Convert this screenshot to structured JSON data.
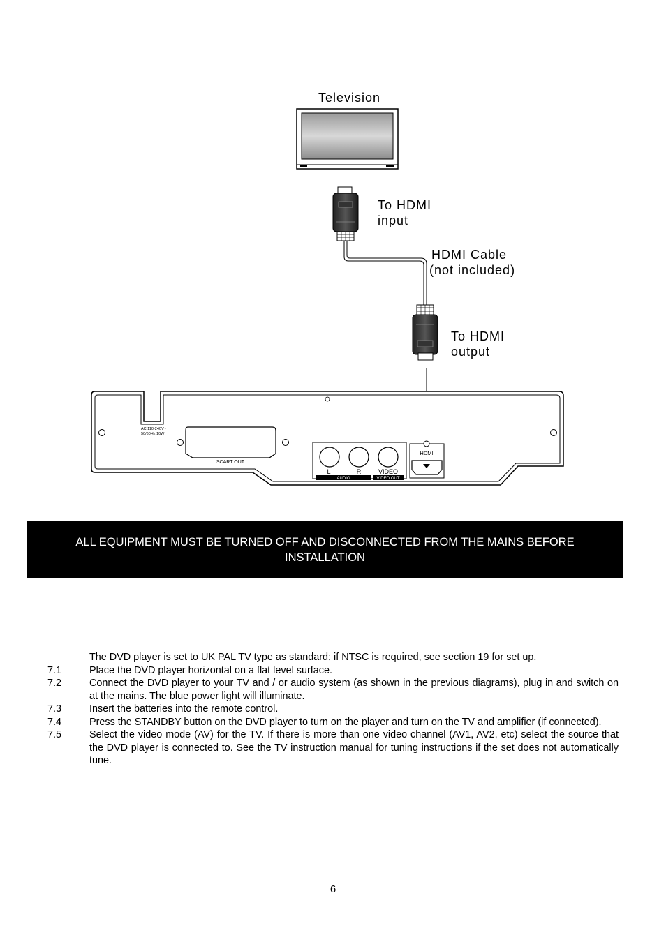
{
  "diagram": {
    "tv_label": "Television",
    "hdmi_input_label_1": "To  HDMI",
    "hdmi_input_label_2": "input",
    "cable_label_1": "HDMI  Cable",
    "cable_label_2": "(not  included)",
    "hdmi_output_label_1": "To  HDMI",
    "hdmi_output_label_2": "output",
    "panel": {
      "power_rating_1": "AC 110-240V~",
      "power_rating_2": "50/60Hz,10W",
      "scart_label": "SCART OUT",
      "audio_left": "L",
      "audio_right": "R",
      "video_label": "VIDEO",
      "audio_group": "AUDIO",
      "video_group": "VIDEO OUT",
      "hdmi_port_label": "HDMI"
    }
  },
  "warning": "ALL EQUIPMENT MUST BE TURNED  OFF AND DISCONNECTED  FROM THE MAINS BEFORE INSTALLATION",
  "intro": "The DVD player is set to UK PAL TV type as standard; if NTSC is required, see section 19 for set up.",
  "steps": [
    {
      "num": "7.1",
      "text": "Place the DVD player horizontal on a flat level surface."
    },
    {
      "num": "7.2",
      "text": "Connect the DVD player to your TV and / or audio system (as shown in the previous diagrams), plug in and switch on at the mains.  The blue power light will illuminate."
    },
    {
      "num": "7.3",
      "text": "Insert the batteries into the remote control."
    },
    {
      "num": "7.4",
      "text": "Press the STANDBY button on the DVD player to turn on the player and turn on the TV and amplifier (if connected)."
    },
    {
      "num": "7.5",
      "text": "Select the video mode (AV) for the TV.  If there is more than one video channel (AV1, AV2, etc) select the source that the DVD player is connected to.  See the TV instruction manual for tuning instructions if the set does not automatically tune."
    }
  ],
  "page_number": "6"
}
